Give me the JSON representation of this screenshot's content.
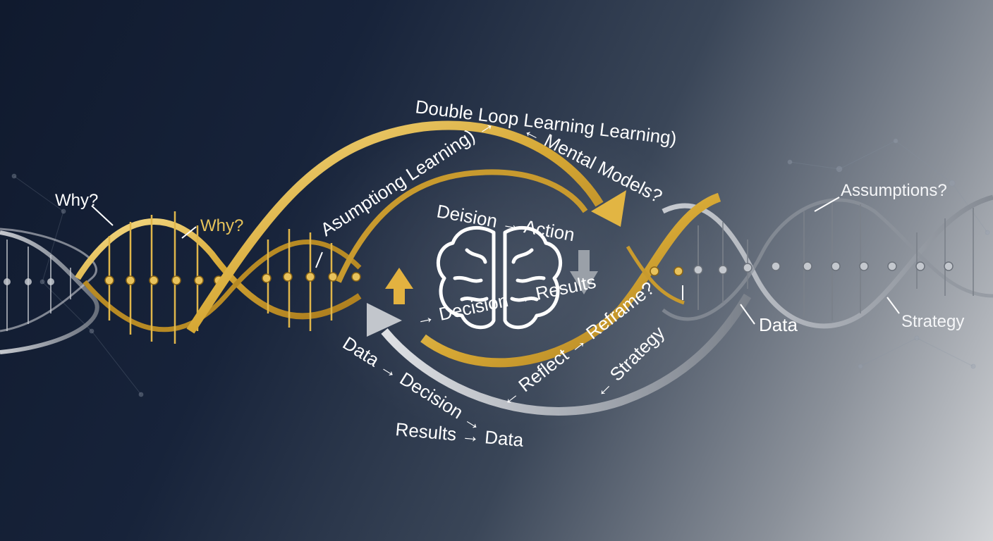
{
  "labels": {
    "title": "Double Loop Learning Learning)",
    "mental_models": "← Mental Models?",
    "assumption_learning": "Asumptiong Learning) →",
    "why_1": "Why?",
    "why_2": "Why?",
    "decision_action": "Deision → Action",
    "decision_results": "→ Decision → Results",
    "data_decision": "Data → Decision →",
    "results_data": "Results → Data",
    "reflect": "← Reflect → Reframe?",
    "strategy_left": "← Strategy",
    "assumptions": "Assumptions?",
    "data_right": "Data",
    "strategy_right": "Strategy"
  },
  "colors": {
    "gold": "#d9ad3c",
    "gold_light": "#f2d27a",
    "silver": "#c9ccd2",
    "silver_dark": "#8e949d",
    "text": "#ffffff"
  },
  "icons": {
    "center": "brain-icon",
    "up_arrow": "arrow-up-icon",
    "down_arrow": "arrow-down-icon",
    "right_arrowhead": "arrowhead-icon",
    "left_arrowhead": "arrowhead-icon"
  }
}
